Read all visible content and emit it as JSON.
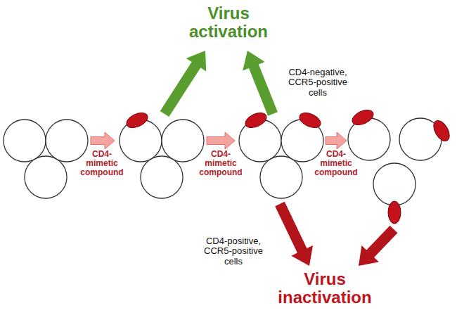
{
  "diagram": {
    "labels": [
      "Virus activation",
      "CD4-mimetic compound",
      "CD4-mimetic compound",
      "CD4-mimetic compound",
      "CD4-negative, CCR5-positive cells",
      "CD4-positive, CCR5-positive cells",
      "Virus inactivation"
    ]
  }
}
